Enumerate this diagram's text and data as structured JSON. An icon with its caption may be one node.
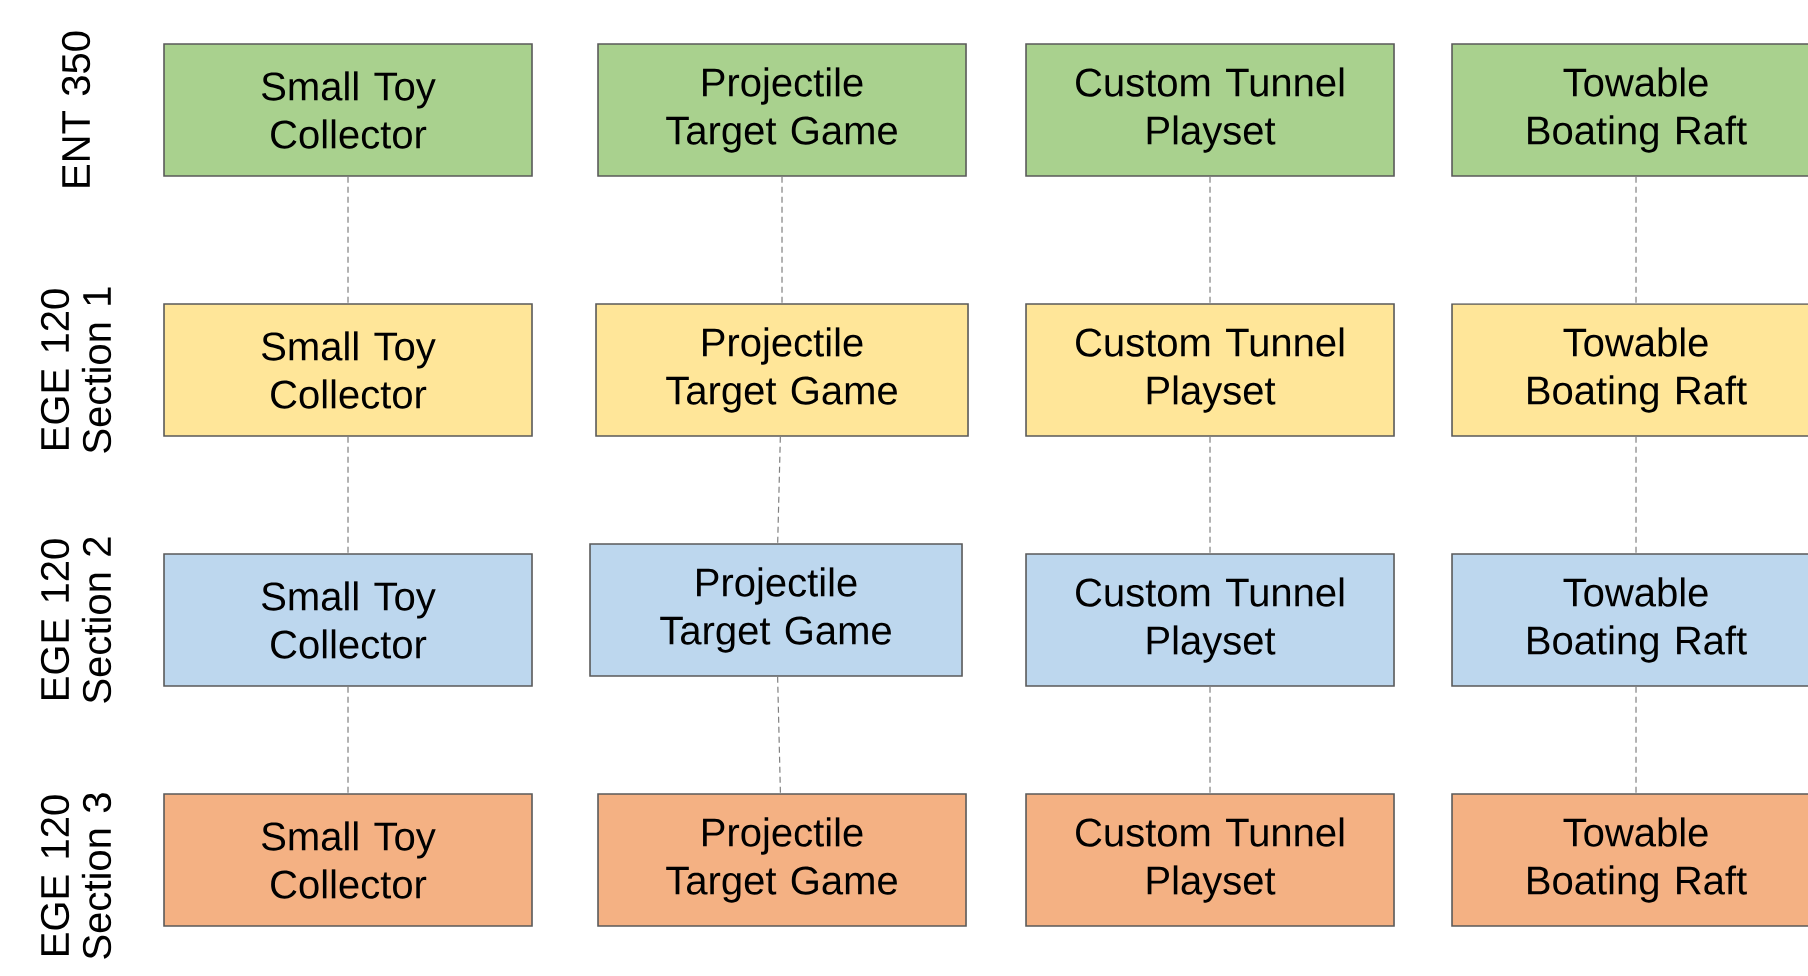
{
  "diagram": {
    "nodes": [
      {
        "text": [
          "Small Toy Collector"
        ]
      },
      {
        "text": [
          "Projectile Target Game"
        ]
      },
      {
        "text": [
          "Custom Tunnel Playset"
        ]
      },
      {
        "text": [
          "Towable Boating Raft"
        ]
      },
      {
        "text": [
          "Small Toy Collector"
        ]
      },
      {
        "text": [
          "Projectile Target Game"
        ]
      },
      {
        "text": [
          "Custom Tunnel Playset"
        ]
      },
      {
        "text": [
          "Towable Boating Raft"
        ]
      },
      {
        "text": [
          "Small Toy Collector"
        ]
      },
      {
        "text": [
          "Projectile Target Game"
        ]
      },
      {
        "text": [
          "Custom Tunnel Playset"
        ]
      },
      {
        "text": [
          "Towable Boating Raft"
        ]
      },
      {
        "text": [
          "Small Toy Collector"
        ]
      },
      {
        "text": [
          "Projectile Target Game"
        ]
      },
      {
        "text": [
          "Custom Tunnel Playset"
        ]
      },
      {
        "text": [
          "Towable Boating Raft"
        ]
      }
    ],
    "edges": [
      {
        "from": 0,
        "to": 4,
        "arrow": "none",
        "style": "dashed"
      },
      {
        "from": 1,
        "to": 5,
        "arrow": "none",
        "style": "dashed"
      },
      {
        "from": 2,
        "to": 6,
        "arrow": "none",
        "style": "dashed"
      },
      {
        "from": 3,
        "to": 7,
        "arrow": "none",
        "style": "dashed"
      },
      {
        "from": 4,
        "to": 8,
        "arrow": "none",
        "style": "dashed"
      },
      {
        "from": 5,
        "to": 9,
        "arrow": "none",
        "style": "dashed"
      },
      {
        "from": 6,
        "to": 10,
        "arrow": "none",
        "style": "dashed"
      },
      {
        "from": 7,
        "to": 11,
        "arrow": "none",
        "style": "dashed"
      },
      {
        "from": 8,
        "to": 12,
        "arrow": "none",
        "style": "dashed"
      },
      {
        "from": 9,
        "to": 13,
        "arrow": "none",
        "style": "dashed"
      },
      {
        "from": 10,
        "to": 14,
        "arrow": "none",
        "style": "dashed"
      },
      {
        "from": 11,
        "to": 15,
        "arrow": "none",
        "style": "dashed"
      }
    ],
    "labels": [
      "ENT 350",
      "EGE 120 Section 1",
      "EGE 120 Section 2",
      "EGE 120 Section 3"
    ]
  }
}
